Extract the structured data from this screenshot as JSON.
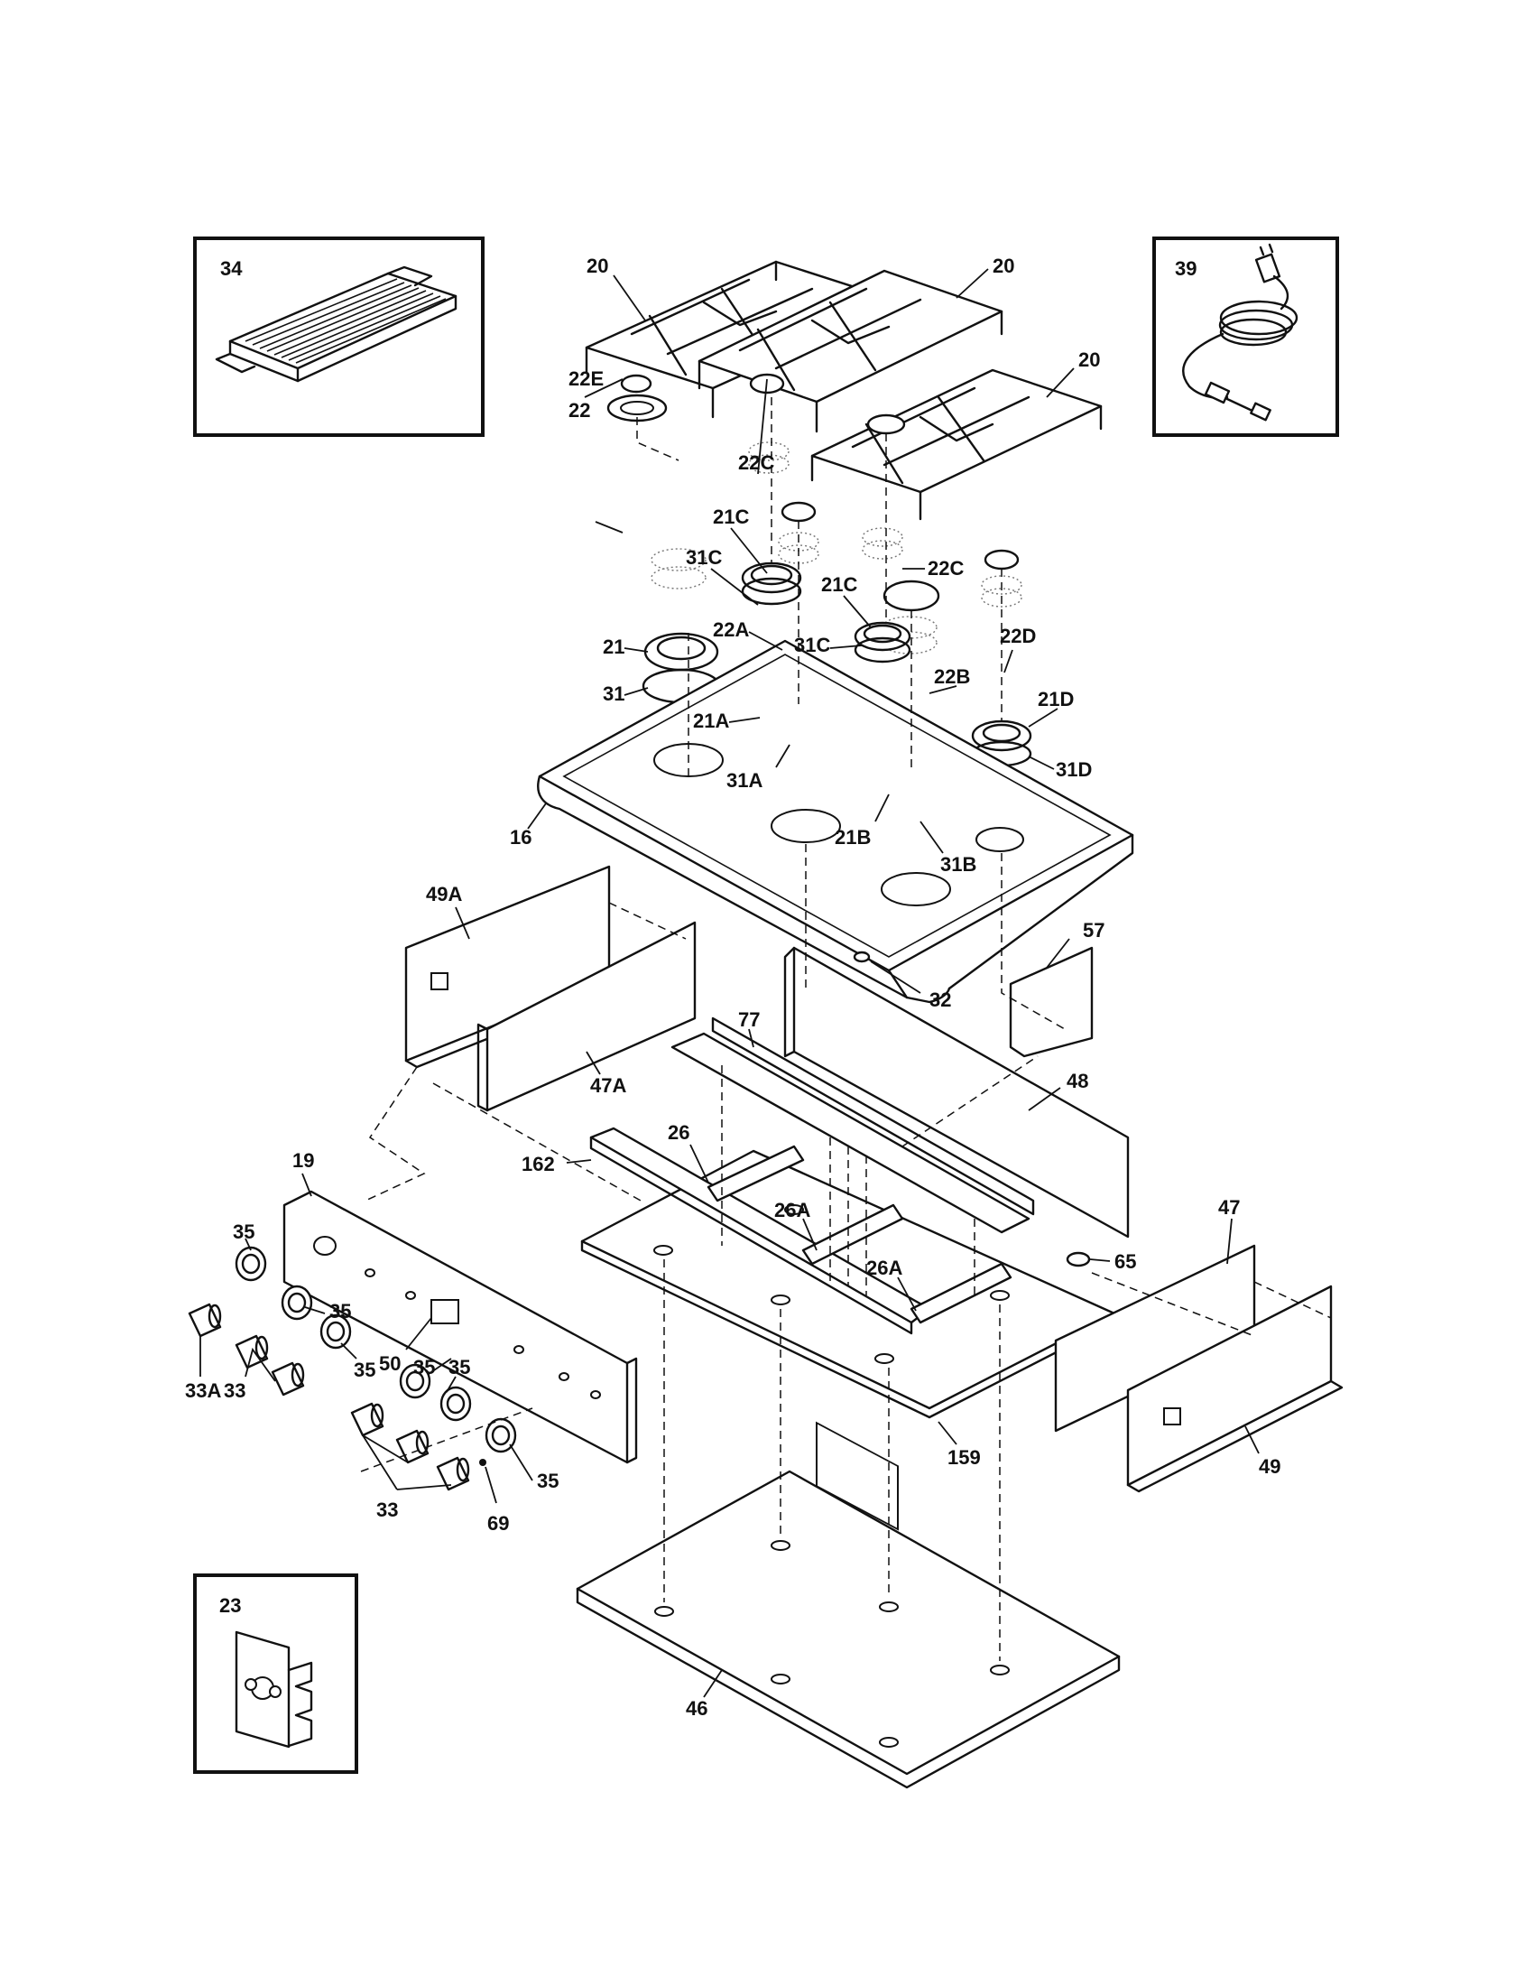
{
  "callouts": {
    "c34": "34",
    "c39": "39",
    "c23": "23",
    "c20a": "20",
    "c20b": "20",
    "c20c": "20",
    "c22C_top": "22C",
    "c22E": "22E",
    "c22": "22",
    "c21C_l": "21C",
    "c31C_l": "31C",
    "c21C_r": "21C",
    "c22C_r": "22C",
    "c31C_r": "31C",
    "c22A": "22A",
    "c21": "21",
    "c31": "31",
    "c22D": "22D",
    "c22B": "22B",
    "c21D": "21D",
    "c21A": "21A",
    "c31A": "31A",
    "c31D": "31D",
    "c16": "16",
    "c21B": "21B",
    "c31B": "31B",
    "c49A": "49A",
    "c57": "57",
    "c77": "77",
    "c32": "32",
    "c47A": "47A",
    "c48": "48",
    "c19": "19",
    "c26": "26",
    "c162": "162",
    "c26A_l": "26A",
    "c26A_r": "26A",
    "c47": "47",
    "c65": "65",
    "c35_a": "35",
    "c35_b": "35",
    "c35_c": "35",
    "c35_d": "35",
    "c35_e": "35",
    "c35_f": "35",
    "c50": "50",
    "c33A": "33A",
    "c33_l": "33",
    "c33_b": "33",
    "c69": "69",
    "c159": "159",
    "c49": "49",
    "c46": "46"
  }
}
